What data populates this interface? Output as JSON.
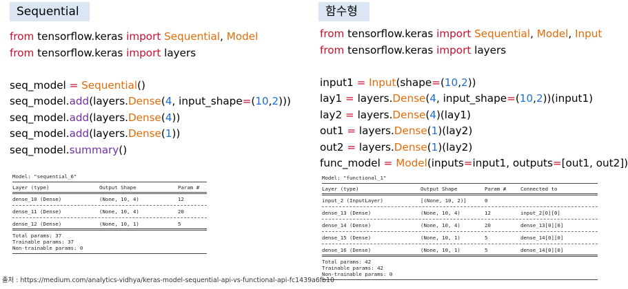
{
  "left": {
    "heading": "Sequential",
    "code_lines": [
      [
        {
          "t": "from",
          "c": "kw"
        },
        {
          "t": " tensorflow.keras ",
          "c": "plain"
        },
        {
          "t": "import",
          "c": "kw"
        },
        {
          "t": " ",
          "c": "plain"
        },
        {
          "t": "Sequential",
          "c": "cls"
        },
        {
          "t": ", ",
          "c": "plain"
        },
        {
          "t": "Model",
          "c": "cls"
        }
      ],
      [
        {
          "t": "from",
          "c": "kw"
        },
        {
          "t": " tensorflow.keras ",
          "c": "plain"
        },
        {
          "t": "import",
          "c": "kw"
        },
        {
          "t": " layers",
          "c": "plain"
        }
      ],
      [],
      [
        {
          "t": "seq_model ",
          "c": "plain"
        },
        {
          "t": "=",
          "c": "kw"
        },
        {
          "t": " ",
          "c": "plain"
        },
        {
          "t": "Sequential",
          "c": "cls"
        },
        {
          "t": "()",
          "c": "plain"
        }
      ],
      [
        {
          "t": "seq_model.",
          "c": "plain"
        },
        {
          "t": "add",
          "c": "fn"
        },
        {
          "t": "(layers.",
          "c": "plain"
        },
        {
          "t": "Dense",
          "c": "cls"
        },
        {
          "t": "(",
          "c": "plain"
        },
        {
          "t": "4",
          "c": "num"
        },
        {
          "t": ", input_shape",
          "c": "plain"
        },
        {
          "t": "=",
          "c": "kw"
        },
        {
          "t": "(",
          "c": "plain"
        },
        {
          "t": "10",
          "c": "num"
        },
        {
          "t": ",",
          "c": "plain"
        },
        {
          "t": "2",
          "c": "num"
        },
        {
          "t": ")))",
          "c": "plain"
        }
      ],
      [
        {
          "t": "seq_model.",
          "c": "plain"
        },
        {
          "t": "add",
          "c": "fn"
        },
        {
          "t": "(layers.",
          "c": "plain"
        },
        {
          "t": "Dense",
          "c": "cls"
        },
        {
          "t": "(",
          "c": "plain"
        },
        {
          "t": "4",
          "c": "num"
        },
        {
          "t": "))",
          "c": "plain"
        }
      ],
      [
        {
          "t": "seq_model.",
          "c": "plain"
        },
        {
          "t": "add",
          "c": "fn"
        },
        {
          "t": "(layers.",
          "c": "plain"
        },
        {
          "t": "Dense",
          "c": "cls"
        },
        {
          "t": "(",
          "c": "plain"
        },
        {
          "t": "1",
          "c": "num"
        },
        {
          "t": "))",
          "c": "plain"
        }
      ],
      [
        {
          "t": "seq_model.",
          "c": "plain"
        },
        {
          "t": "summary",
          "c": "fn"
        },
        {
          "t": "()",
          "c": "plain"
        }
      ]
    ],
    "summary": {
      "model_line": "Model: \"sequential_6\"",
      "headers": [
        "Layer (type)",
        "Output Shape",
        "Param #"
      ],
      "rows": [
        [
          "dense_10 (Dense)",
          "(None, 10, 4)",
          "12"
        ],
        [
          "dense_11 (Dense)",
          "(None, 10, 4)",
          "20"
        ],
        [
          "dense_12 (Dense)",
          "(None, 10, 1)",
          "5"
        ]
      ],
      "totals": [
        "Total params: 37",
        "Trainable params: 37",
        "Non-trainable params: 0"
      ]
    }
  },
  "right": {
    "heading": "함수형",
    "code_lines": [
      [
        {
          "t": "from",
          "c": "kw"
        },
        {
          "t": " tensorflow.keras ",
          "c": "plain"
        },
        {
          "t": "import",
          "c": "kw"
        },
        {
          "t": " ",
          "c": "plain"
        },
        {
          "t": "Sequential",
          "c": "cls"
        },
        {
          "t": ", ",
          "c": "plain"
        },
        {
          "t": "Model",
          "c": "cls"
        },
        {
          "t": ", ",
          "c": "plain"
        },
        {
          "t": "Input",
          "c": "cls"
        }
      ],
      [
        {
          "t": "from",
          "c": "kw"
        },
        {
          "t": " tensorflow.keras ",
          "c": "plain"
        },
        {
          "t": "import",
          "c": "kw"
        },
        {
          "t": " layers",
          "c": "plain"
        }
      ],
      [],
      [
        {
          "t": "input1 ",
          "c": "plain"
        },
        {
          "t": "=",
          "c": "kw"
        },
        {
          "t": " ",
          "c": "plain"
        },
        {
          "t": "Input",
          "c": "cls"
        },
        {
          "t": "(shape",
          "c": "plain"
        },
        {
          "t": "=",
          "c": "kw"
        },
        {
          "t": "(",
          "c": "plain"
        },
        {
          "t": "10",
          "c": "num"
        },
        {
          "t": ",",
          "c": "plain"
        },
        {
          "t": "2",
          "c": "num"
        },
        {
          "t": "))",
          "c": "plain"
        }
      ],
      [
        {
          "t": "lay1 ",
          "c": "plain"
        },
        {
          "t": "=",
          "c": "kw"
        },
        {
          "t": " layers.",
          "c": "plain"
        },
        {
          "t": "Dense",
          "c": "cls"
        },
        {
          "t": "(",
          "c": "plain"
        },
        {
          "t": "4",
          "c": "num"
        },
        {
          "t": ", input_shape",
          "c": "plain"
        },
        {
          "t": "=",
          "c": "kw"
        },
        {
          "t": "(",
          "c": "plain"
        },
        {
          "t": "10",
          "c": "num"
        },
        {
          "t": ",",
          "c": "plain"
        },
        {
          "t": "2",
          "c": "num"
        },
        {
          "t": "))(input1)",
          "c": "plain"
        }
      ],
      [
        {
          "t": "lay2 ",
          "c": "plain"
        },
        {
          "t": "=",
          "c": "kw"
        },
        {
          "t": " layers.",
          "c": "plain"
        },
        {
          "t": "Dense",
          "c": "cls"
        },
        {
          "t": "(",
          "c": "plain"
        },
        {
          "t": "4",
          "c": "num"
        },
        {
          "t": ")(lay1)",
          "c": "plain"
        }
      ],
      [
        {
          "t": "out1 ",
          "c": "plain"
        },
        {
          "t": "=",
          "c": "kw"
        },
        {
          "t": " layers.",
          "c": "plain"
        },
        {
          "t": "Dense",
          "c": "cls"
        },
        {
          "t": "(",
          "c": "plain"
        },
        {
          "t": "1",
          "c": "num"
        },
        {
          "t": ")(lay2)",
          "c": "plain"
        }
      ],
      [
        {
          "t": "out2 ",
          "c": "plain"
        },
        {
          "t": "=",
          "c": "kw"
        },
        {
          "t": " layers.",
          "c": "plain"
        },
        {
          "t": "Dense",
          "c": "cls"
        },
        {
          "t": "(",
          "c": "plain"
        },
        {
          "t": "1",
          "c": "num"
        },
        {
          "t": ")(lay2)",
          "c": "plain"
        }
      ],
      [
        {
          "t": "func_model ",
          "c": "plain"
        },
        {
          "t": "=",
          "c": "kw"
        },
        {
          "t": " ",
          "c": "plain"
        },
        {
          "t": "Model",
          "c": "cls"
        },
        {
          "t": "(inputs",
          "c": "plain"
        },
        {
          "t": "=",
          "c": "kw"
        },
        {
          "t": "input1, outputs",
          "c": "plain"
        },
        {
          "t": "=",
          "c": "kw"
        },
        {
          "t": "[out1, out2])",
          "c": "plain"
        }
      ]
    ],
    "summary": {
      "model_line": "Model: \"functional_1\"",
      "headers": [
        "Layer (type)",
        "Output Shape",
        "Param #",
        "Connected to"
      ],
      "rows": [
        [
          "input_2 (InputLayer)",
          "[(None, 10, 2)]",
          "0",
          ""
        ],
        [
          "dense_13 (Dense)",
          "(None, 10, 4)",
          "12",
          "input_2[0][0]"
        ],
        [
          "dense_14 (Dense)",
          "(None, 10, 4)",
          "20",
          "dense_13[0][0]"
        ],
        [
          "dense_15 (Dense)",
          "(None, 10, 1)",
          "5",
          "dense_14[0][0]"
        ],
        [
          "dense_16 (Dense)",
          "(None, 10, 1)",
          "5",
          "dense_14[0][0]"
        ]
      ],
      "totals": [
        "Total params: 42",
        "Trainable params: 42",
        "Non-trainable params: 0"
      ]
    }
  },
  "source_text": "출처 : https://medium.com/analytics-vidhya/keras-model-sequential-api-vs-functional-api-fc1439a6fb10",
  "colors": {
    "keyword": "#c8102e",
    "class": "#e36c09",
    "number": "#1f6fd1",
    "function": "#7030a0",
    "heading_bg": "#dbe6f4"
  }
}
